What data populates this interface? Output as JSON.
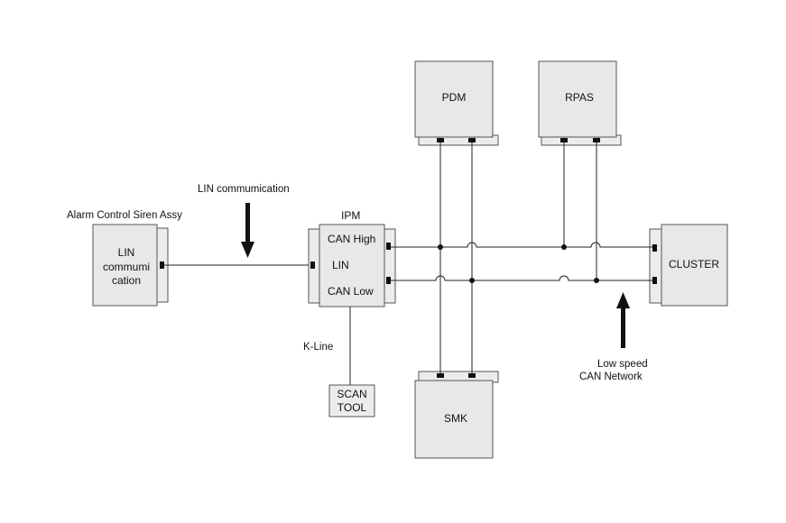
{
  "labels": {
    "lin_communication": "LIN commumication",
    "alarm_siren_title": "Alarm Control Siren Assy",
    "siren_box_line1": "LIN",
    "siren_box_line2": "commumi",
    "siren_box_line3": "cation",
    "ipm_title": "IPM",
    "ipm_can_high": "CAN High",
    "ipm_lin": "LIN",
    "ipm_can_low": "CAN Low",
    "k_line": "K-Line",
    "scan_tool_line1": "SCAN",
    "scan_tool_line2": "TOOL",
    "pdm": "PDM",
    "rpas": "RPAS",
    "smk": "SMK",
    "cluster": "CLUSTER",
    "low_speed_line1": "Low speed",
    "low_speed_line2": "CAN Network"
  }
}
